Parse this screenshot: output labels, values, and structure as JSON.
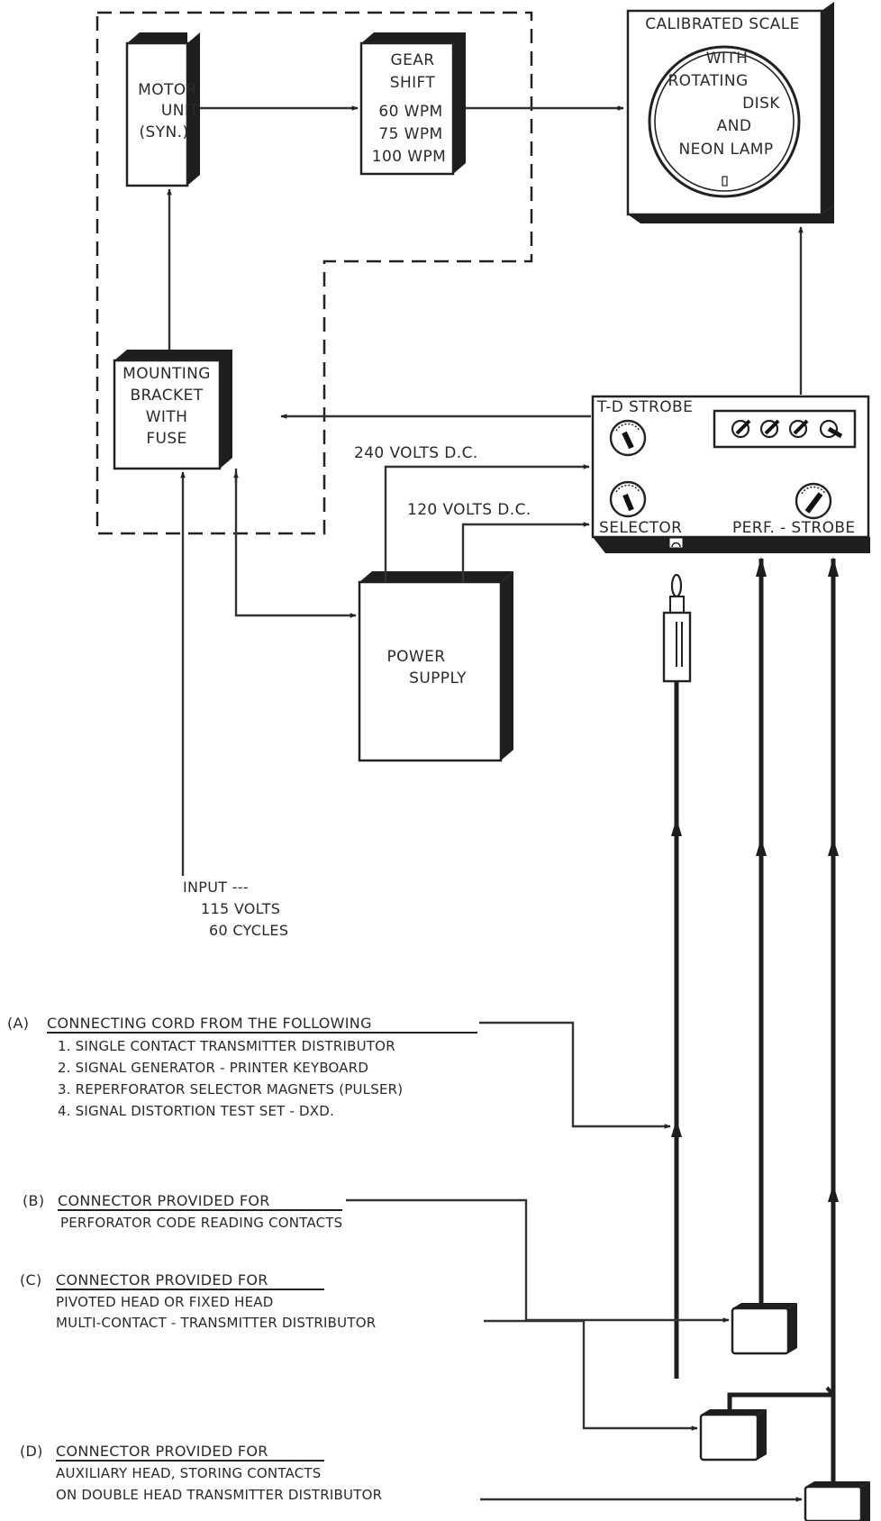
{
  "blocks": {
    "motor": [
      "MOTOR",
      "UNIT",
      "(SYN.)"
    ],
    "gear": [
      "GEAR",
      "SHIFT",
      "60 WPM",
      "75 WPM",
      "100 WPM"
    ],
    "scale_title": "CALIBRATED SCALE",
    "scale": [
      "WITH",
      "ROTATING",
      "DISK",
      "AND",
      "NEON LAMP"
    ],
    "bracket": [
      "MOUNTING",
      "BRACKET",
      "WITH",
      "FUSE"
    ],
    "power": [
      "POWER",
      "SUPPLY"
    ]
  },
  "strobe_unit": {
    "title": "T-D STROBE",
    "selector": "SELECTOR",
    "perf": "PERF. - STROBE"
  },
  "voltages": {
    "v240": "240 VOLTS D.C.",
    "v120": "120 VOLTS D.C."
  },
  "input": [
    "INPUT ---",
    "115 VOLTS",
    "60 CYCLES"
  ],
  "notes": {
    "a_tag": "(A)",
    "a_head": "CONNECTING CORD FROM THE FOLLOWING",
    "a_items": [
      "1.  SINGLE CONTACT TRANSMITTER DISTRIBUTOR",
      "2.  SIGNAL GENERATOR - PRINTER KEYBOARD",
      "3.  REPERFORATOR SELECTOR MAGNETS (PULSER)",
      "4.  SIGNAL DISTORTION TEST SET - DXD."
    ],
    "b_tag": "(B)",
    "b_lines": [
      "CONNECTOR PROVIDED FOR",
      "PERFORATOR CODE READING  CONTACTS"
    ],
    "c_tag": "(C)",
    "c_lines": [
      "CONNECTOR PROVIDED FOR",
      "PIVOTED HEAD OR FIXED HEAD",
      "MULTI-CONTACT - TRANSMITTER DISTRIBUTOR"
    ],
    "d_tag": "(D)",
    "d_lines": [
      "CONNECTOR PROVIDED FOR",
      "AUXILIARY HEAD, STORING CONTACTS",
      "ON DOUBLE HEAD TRANSMITTER DISTRIBUTOR"
    ]
  }
}
